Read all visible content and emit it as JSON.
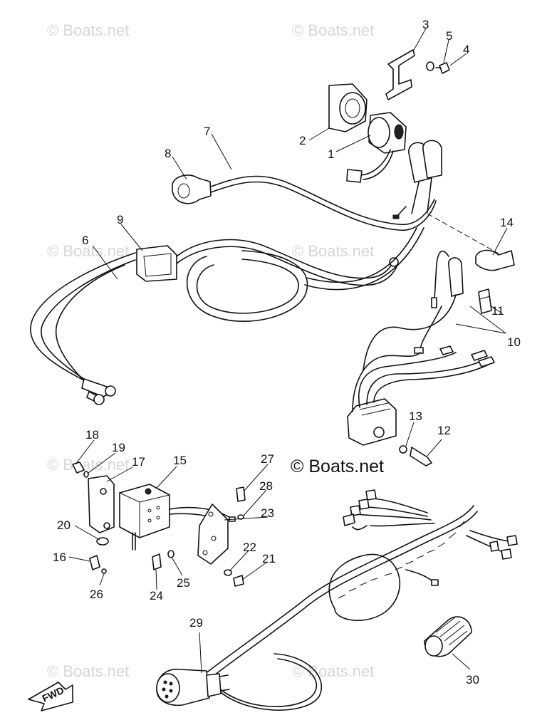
{
  "watermark": {
    "brand": "© Boats.net"
  },
  "watermark_center": "© Boats.net",
  "direction_tag": "FWD",
  "callouts": [
    "1",
    "2",
    "3",
    "4",
    "5",
    "6",
    "7",
    "8",
    "9",
    "10",
    "11",
    "12",
    "13",
    "14",
    "15",
    "16",
    "17",
    "18",
    "19",
    "20",
    "21",
    "22",
    "23",
    "24",
    "25",
    "26",
    "27",
    "28",
    "29",
    "30"
  ]
}
